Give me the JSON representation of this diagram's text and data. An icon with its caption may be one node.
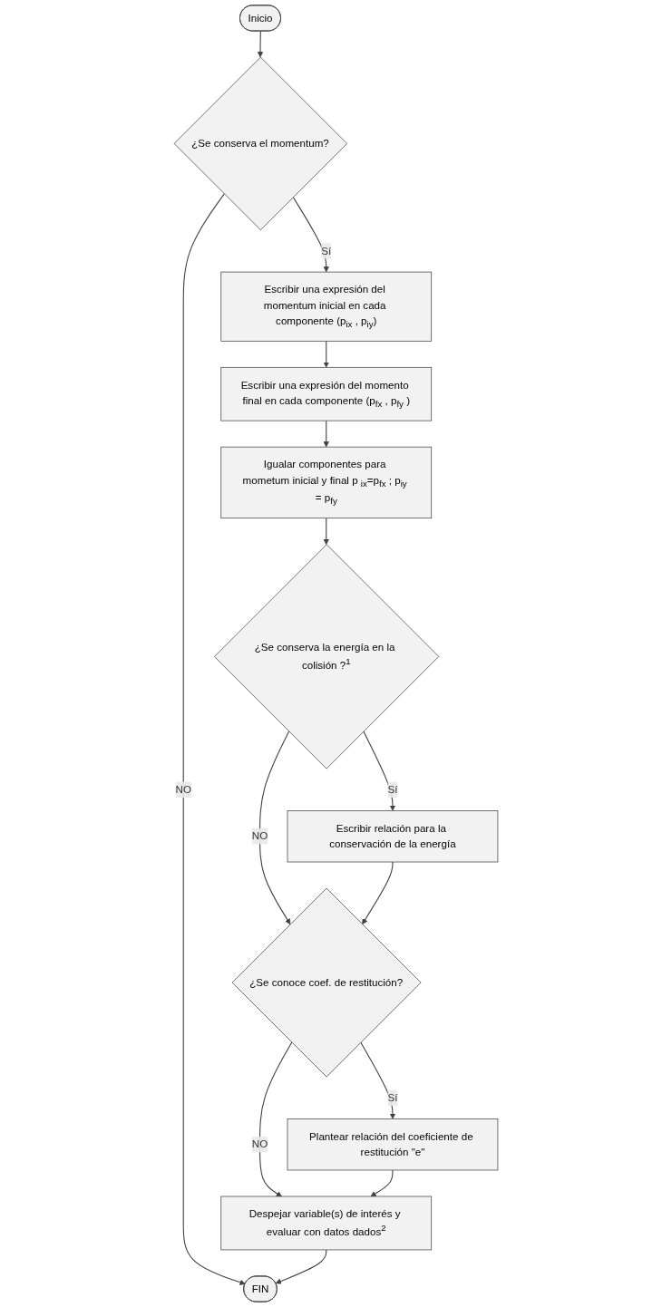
{
  "diagram": {
    "nodes": [
      {
        "text": [
          "Inicio"
        ]
      },
      {
        "text": [
          "¿Se conserva el momentum?"
        ]
      },
      {
        "text": [
          "Escribir una expresión del momentum inicial en cada componente (p$_{ix}$ , p$_{iy}$)"
        ]
      },
      {
        "text": [
          "Escribir una expresión del momento final en cada componente (p$_{fx}$ , p$_{fy}$ )"
        ]
      },
      {
        "text": [
          "Igualar componentes para mometum inicial y final p $_{ix}$=p$_{fx}$ ; p$_{iy}$ = p$_{fy}$"
        ]
      },
      {
        "text": [
          "¿Se conserva la energía en la colisión ?$^{1}$"
        ]
      },
      {
        "text": [
          "Escribir relación para la conservación de la energía"
        ]
      },
      {
        "text": [
          "¿Se conoce coef. de restitución?"
        ]
      },
      {
        "text": [
          "Plantear relación del coeficiente de restitución \"e\""
        ]
      },
      {
        "text": [
          "Despejar variable(s) de interés y evaluar con datos dados$^{2}$"
        ]
      },
      {
        "text": [
          "FIN"
        ]
      }
    ],
    "edges": [
      {
        "from": 0,
        "to": 1,
        "arrow": "to"
      },
      {
        "from": 1,
        "to": 2,
        "arrow": "to",
        "label": "Sí"
      },
      {
        "from": 1,
        "to": 10,
        "arrow": "to",
        "label": "NO"
      },
      {
        "from": 2,
        "to": 3,
        "arrow": "to"
      },
      {
        "from": 3,
        "to": 4,
        "arrow": "to"
      },
      {
        "from": 4,
        "to": 5,
        "arrow": "to"
      },
      {
        "from": 5,
        "to": 6,
        "arrow": "to",
        "label": "Sí"
      },
      {
        "from": 5,
        "to": 7,
        "arrow": "to",
        "label": "NO"
      },
      {
        "from": 6,
        "to": 7,
        "arrow": "to"
      },
      {
        "from": 7,
        "to": 8,
        "arrow": "to",
        "label": "Sí"
      },
      {
        "from": 7,
        "to": 9,
        "arrow": "to",
        "label": "NO"
      },
      {
        "from": 8,
        "to": 9,
        "arrow": "to"
      },
      {
        "from": 9,
        "to": 10,
        "arrow": "to"
      }
    ]
  }
}
